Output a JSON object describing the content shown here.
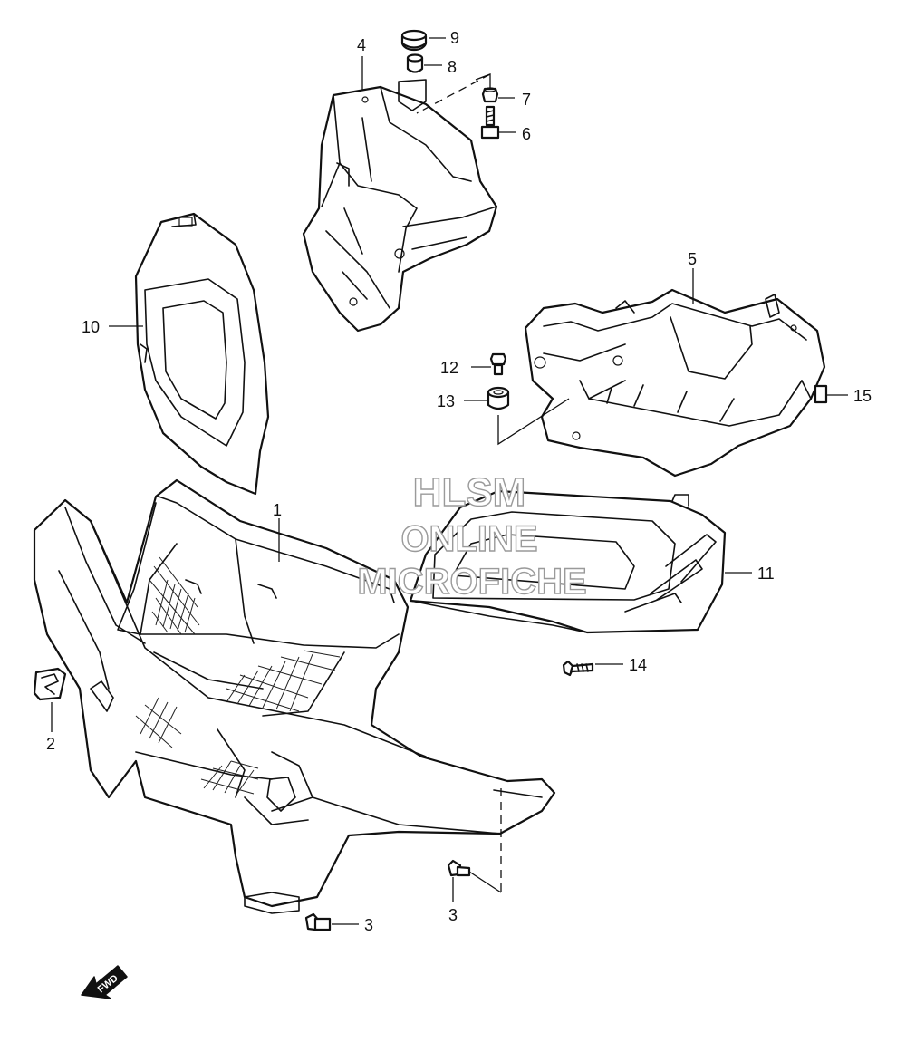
{
  "diagram": {
    "callouts": [
      {
        "id": "c1",
        "label": "1"
      },
      {
        "id": "c2",
        "label": "2"
      },
      {
        "id": "c3a",
        "label": "3"
      },
      {
        "id": "c3b",
        "label": "3"
      },
      {
        "id": "c4",
        "label": "4"
      },
      {
        "id": "c5",
        "label": "5"
      },
      {
        "id": "c6",
        "label": "6"
      },
      {
        "id": "c7",
        "label": "7"
      },
      {
        "id": "c8",
        "label": "8"
      },
      {
        "id": "c9",
        "label": "9"
      },
      {
        "id": "c10",
        "label": "10"
      },
      {
        "id": "c11",
        "label": "11"
      },
      {
        "id": "c12",
        "label": "12"
      },
      {
        "id": "c13",
        "label": "13"
      },
      {
        "id": "c14",
        "label": "14"
      },
      {
        "id": "c15",
        "label": "15"
      }
    ],
    "watermark": {
      "line1": "HLSM",
      "line2": "ONLINE",
      "line3": "MICROFICHE"
    },
    "direction_marker": "FWD",
    "colors": {
      "line": "#111111",
      "background": "#ffffff",
      "watermark_outline": "#9a9a9a"
    }
  }
}
